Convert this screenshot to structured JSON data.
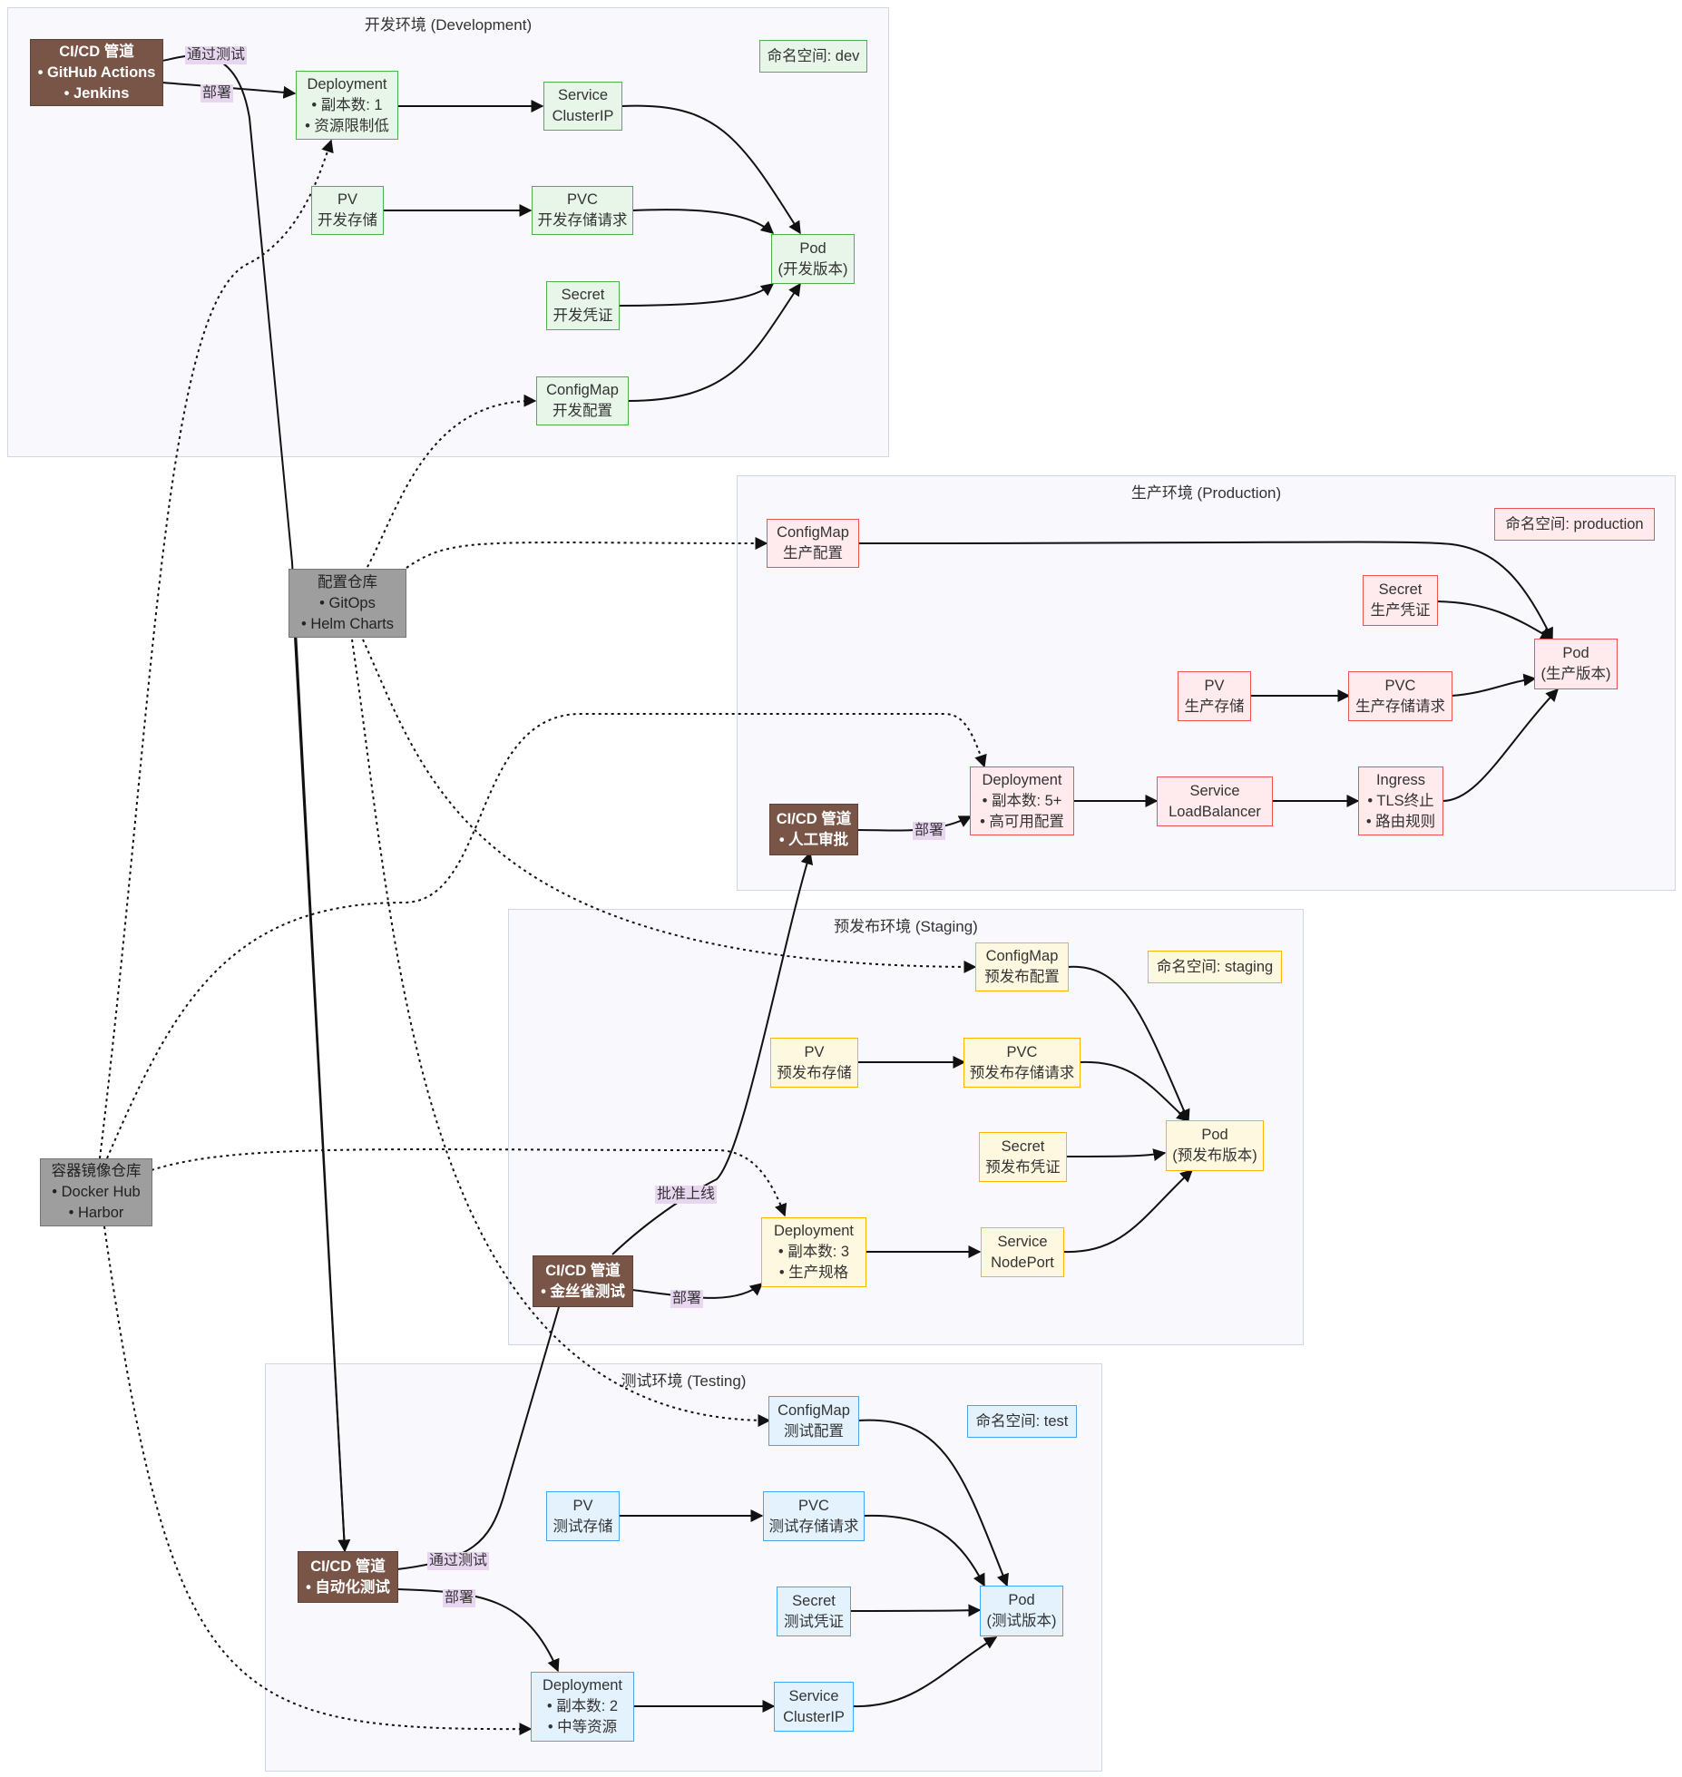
{
  "clusters": {
    "dev": {
      "title": "开发环境 (Development)"
    },
    "prod": {
      "title": "生产环境 (Production)"
    },
    "staging": {
      "title": "预发布环境 (Staging)"
    },
    "test": {
      "title": "测试环境 (Testing)"
    }
  },
  "nodes": {
    "cicd_dev": [
      "CI/CD 管道",
      "• GitHub Actions",
      "• Jenkins"
    ],
    "dev_deploy": [
      "Deployment",
      "• 副本数: 1",
      "• 资源限制低"
    ],
    "dev_svc": [
      "Service",
      "ClusterIP"
    ],
    "dev_ns": [
      "命名空间: dev"
    ],
    "dev_pv": [
      "PV",
      "开发存储"
    ],
    "dev_pvc": [
      "PVC",
      "开发存储请求"
    ],
    "dev_pod": [
      "Pod",
      "(开发版本)"
    ],
    "dev_secret": [
      "Secret",
      "开发凭证"
    ],
    "dev_cm": [
      "ConfigMap",
      "开发配置"
    ],
    "config_repo": [
      "配置仓库",
      "• GitOps",
      "• Helm Charts"
    ],
    "prod_cm": [
      "ConfigMap",
      "生产配置"
    ],
    "prod_ns": [
      "命名空间: production"
    ],
    "prod_secret": [
      "Secret",
      "生产凭证"
    ],
    "prod_pv": [
      "PV",
      "生产存储"
    ],
    "prod_pvc": [
      "PVC",
      "生产存储请求"
    ],
    "prod_pod": [
      "Pod",
      "(生产版本)"
    ],
    "prod_deploy": [
      "Deployment",
      "• 副本数: 5+",
      "• 高可用配置"
    ],
    "prod_svc": [
      "Service",
      "LoadBalancer"
    ],
    "prod_ing": [
      "Ingress",
      "• TLS终止",
      "• 路由规则"
    ],
    "cicd_prod": [
      "CI/CD 管道",
      "• 人工审批"
    ],
    "stg_cm": [
      "ConfigMap",
      "预发布配置"
    ],
    "stg_ns": [
      "命名空间: staging"
    ],
    "stg_pv": [
      "PV",
      "预发布存储"
    ],
    "stg_pvc": [
      "PVC",
      "预发布存储请求"
    ],
    "stg_secret": [
      "Secret",
      "预发布凭证"
    ],
    "stg_pod": [
      "Pod",
      "(预发布版本)"
    ],
    "stg_deploy": [
      "Deployment",
      "• 副本数: 3",
      "• 生产规格"
    ],
    "stg_svc": [
      "Service",
      "NodePort"
    ],
    "cicd_stg": [
      "CI/CD 管道",
      "• 金丝雀测试"
    ],
    "image_repo": [
      "容器镜像仓库",
      "• Docker Hub",
      "• Harbor"
    ],
    "tst_cm": [
      "ConfigMap",
      "测试配置"
    ],
    "tst_ns": [
      "命名空间: test"
    ],
    "tst_pv": [
      "PV",
      "测试存储"
    ],
    "tst_pvc": [
      "PVC",
      "测试存储请求"
    ],
    "tst_secret": [
      "Secret",
      "测试凭证"
    ],
    "tst_pod": [
      "Pod",
      "(测试版本)"
    ],
    "cicd_tst": [
      "CI/CD 管道",
      "• 自动化测试"
    ],
    "tst_deploy": [
      "Deployment",
      "• 副本数: 2",
      "• 中等资源"
    ],
    "tst_svc": [
      "Service",
      "ClusterIP"
    ]
  },
  "edge_labels": {
    "dev_pass": "通过测试",
    "dev_deploy": "部署",
    "prod_deploy": "部署",
    "stg_approve": "批准上线",
    "stg_deploy": "部署",
    "tst_pass": "通过测试",
    "tst_deploy": "部署"
  }
}
